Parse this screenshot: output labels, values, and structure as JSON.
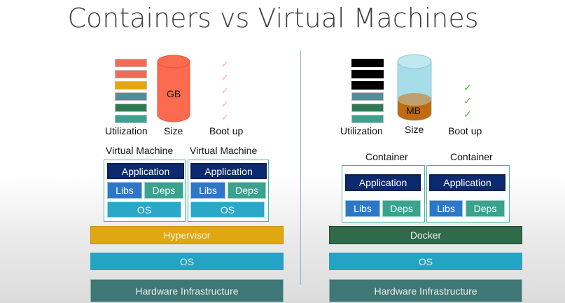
{
  "title": "Containers vs Virtual Machines",
  "vm": {
    "utilization_label": "Utilization",
    "size_label": "Size",
    "size_unit": "GB",
    "bootup_label": "Boot up",
    "machine_label": "Virtual Machine",
    "app_label": "Application",
    "libs_label": "Libs",
    "deps_label": "Deps",
    "os_label": "OS",
    "hypervisor_label": "Hypervisor",
    "host_os_label": "OS",
    "hardware_label": "Hardware Infrastructure"
  },
  "container": {
    "utilization_label": "Utilization",
    "size_label": "Size",
    "size_unit": "MB",
    "bootup_label": "Boot up",
    "container_label": "Container",
    "app_label": "Application",
    "libs_label": "Libs",
    "deps_label": "Deps",
    "engine_label": "Docker",
    "host_os_label": "OS",
    "hardware_label": "Hardware Infrastructure"
  },
  "colors": {
    "hypervisor": "#e0a810",
    "docker": "#2f6b4b",
    "os_layer": "#24a3c4",
    "hardware": "#3f7777",
    "vm_cylinder": "#fc6a4f",
    "container_cylinder_top": "#a6dde8",
    "container_cylinder_fill": "#c06a12"
  }
}
